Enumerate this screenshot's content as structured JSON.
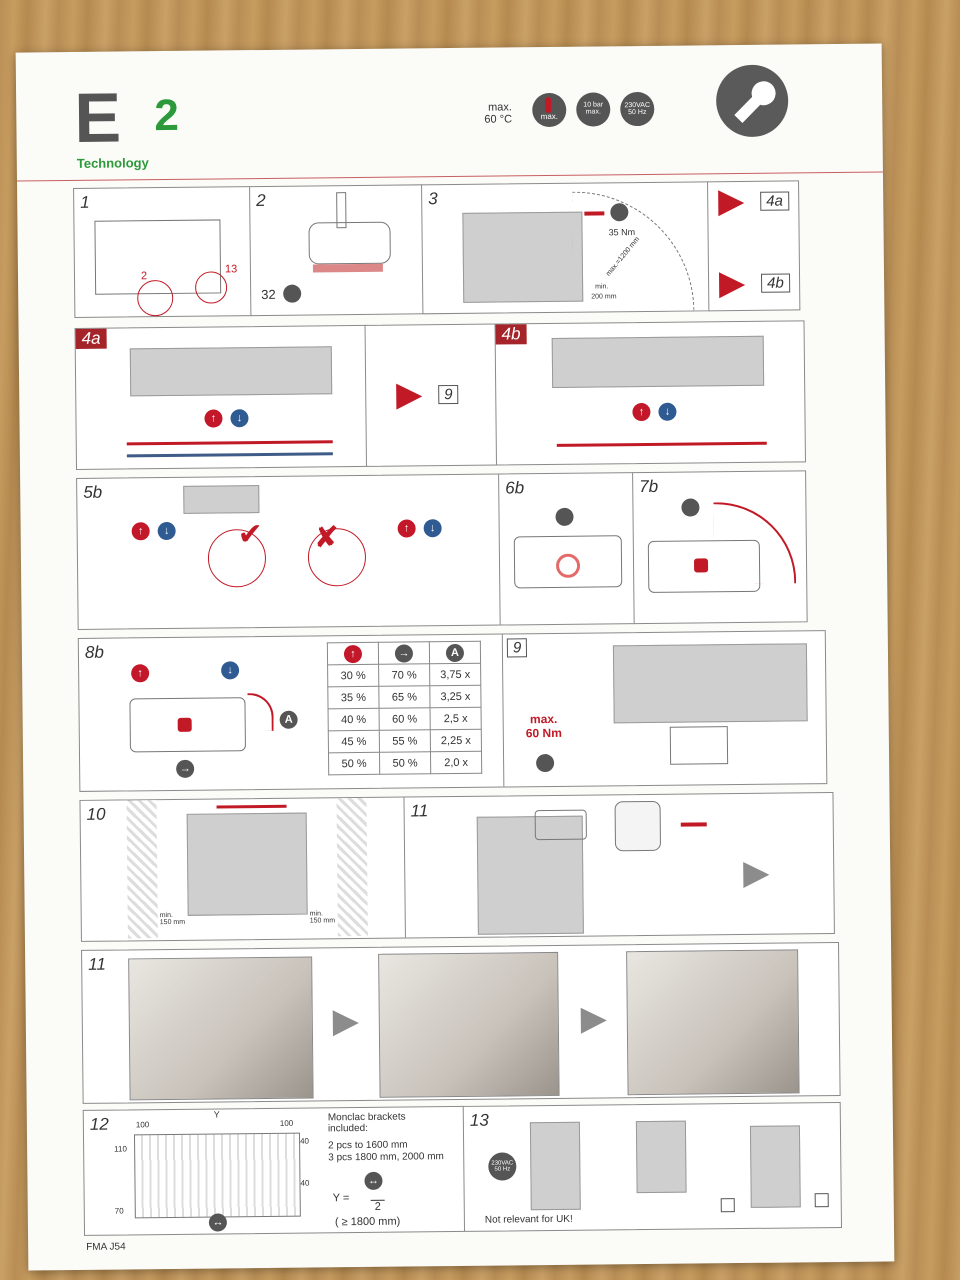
{
  "header": {
    "logo_letter": "E",
    "logo_number": "2",
    "logo_sub": "Technology",
    "max_temp": "max.\n60 °C",
    "badge_temp": "max.",
    "badge_pressure": "10 bar\nmax.",
    "badge_power": "230VAC\n50 Hz"
  },
  "step1": {
    "num": "1",
    "ref_a": "2",
    "ref_b": "13"
  },
  "step2": {
    "num": "2",
    "torque": "32"
  },
  "step3": {
    "num": "3",
    "torque": "35 Nm",
    "max_dist": "max.=1200 mm",
    "min_label": "min.",
    "min_dist": "200 mm"
  },
  "step3_refs": {
    "a": "4a",
    "b": "4b"
  },
  "step4a": {
    "num": "4a",
    "goto": "9"
  },
  "step4b": {
    "num": "4b"
  },
  "step5b": {
    "num": "5b"
  },
  "step6b": {
    "num": "6b"
  },
  "step7b": {
    "num": "7b"
  },
  "step8b": {
    "num": "8b",
    "angle_label": "A",
    "table_head": [
      "↑",
      "→",
      "A"
    ],
    "table_rows": [
      [
        "30 %",
        "70 %",
        "3,75 x"
      ],
      [
        "35 %",
        "65 %",
        "3,25 x"
      ],
      [
        "40 %",
        "60 %",
        "2,5 x"
      ],
      [
        "45 %",
        "55 %",
        "2,25 x"
      ],
      [
        "50 %",
        "50 %",
        "2,0 x"
      ]
    ]
  },
  "step9": {
    "num": "9",
    "max_torque": "max.\n60 Nm"
  },
  "step10": {
    "num": "10",
    "min_left": "min.\n150 mm",
    "min_right": "min.\n150 mm"
  },
  "step11a": {
    "num": "11"
  },
  "step11b": {
    "num": "11"
  },
  "step12": {
    "num": "12",
    "y_label": "Y",
    "dim_100a": "100",
    "dim_100b": "100",
    "dim_110": "110",
    "dim_40a": "40",
    "dim_40b": "40",
    "dim_70": "70",
    "brackets_title": "Monclac brackets\nincluded:",
    "brackets_1": "2 pcs to 1600 mm",
    "brackets_2": "3 pcs 1800 mm, 2000 mm",
    "formula_y": "Y =",
    "formula_div": "2",
    "formula_cond": "(    ≥ 1800 mm)"
  },
  "step13": {
    "num": "13",
    "power": "230VAC\n50 Hz",
    "note": "Not relevant for UK!"
  },
  "footer": {
    "code": "FMA J54"
  }
}
